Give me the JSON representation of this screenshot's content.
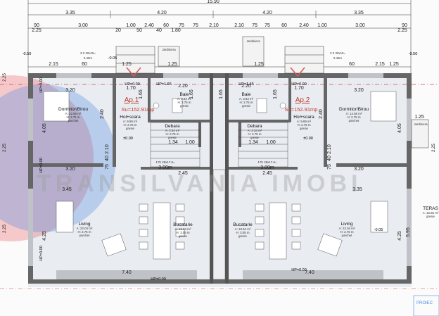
{
  "top_dims": {
    "row1": [
      "3.35",
      "4.20",
      "4.20",
      "3.35"
    ],
    "total": "15.90",
    "row2": [
      "3.00",
      "1.00",
      "2.40",
      "60",
      "75",
      "75",
      "2.10",
      "2.10",
      "75",
      "75",
      "60",
      "2.40",
      "1.00",
      "3.00"
    ],
    "row2_extra": [
      "90",
      "2.25",
      "20",
      "50",
      "40",
      "1.80",
      "90",
      "2.25"
    ],
    "row3": [
      "2.15",
      "60",
      "1.25",
      "1.25",
      "60",
      "2.15"
    ]
  },
  "stairs_outside": [
    "3 tr 30x15=",
    "0.45m",
    "3 tr 30x15=",
    "0.45m"
  ],
  "jardiniere": [
    "Jardiniera",
    "Jardiniera",
    "Jardiniera"
  ],
  "apartments": [
    {
      "name": "Ap.1",
      "su": "Su=152.91mp"
    },
    {
      "name": "Ap.2",
      "su": "Su=152.91mp"
    }
  ],
  "hp_labels": [
    "HP=0.00",
    "HP=1.65",
    "HP=1.65",
    "HP=0.00",
    "HP=0.00",
    "HP=0.00",
    "HP=0.00",
    "HP=0.00",
    "HP=0.00"
  ],
  "levels": [
    "-0.50",
    "-0.50",
    "±0.00",
    "±0.00",
    "-0.05",
    "-0.05"
  ],
  "rooms": [
    {
      "name": "Dormitor/Birou",
      "a": "A: 12.56 m²",
      "h": "H: 2.75 m",
      "f": "parchet"
    },
    {
      "name": "Baie",
      "a": "A: 3.83 m²",
      "h": "H: 2.75 m",
      "f": "gresie"
    },
    {
      "name": "Baie",
      "a": "A: 3.83 m²",
      "h": "H: 2.75 m",
      "f": "gresie"
    },
    {
      "name": "Dormitor/Birou",
      "a": "A: 12.56 m²",
      "h": "H: 2.75 m",
      "f": "parchet"
    },
    {
      "name": "Hol+scara",
      "a": "A: 9.69 m²",
      "h": "H: 2.75 m",
      "f": "gresie"
    },
    {
      "name": "Hol+scara",
      "a": "A: 9.69 m²",
      "h": "H: 2.75 m",
      "f": "gresie"
    },
    {
      "name": "Debara",
      "a": "A: 2.34 m²",
      "h": "H: 2.75 m",
      "f": "gresie"
    },
    {
      "name": "Debara",
      "a": "A: 2.34 m²",
      "h": "H: 2.75 m",
      "f": "gresie"
    },
    {
      "name": "Living",
      "a": "A: 22.04 m²",
      "h": "H: 2.75 m",
      "f": "parchet"
    },
    {
      "name": "Bucatarie",
      "a": "A: 10.64 m²",
      "h": "H: 3.05 m",
      "f": "gresie"
    },
    {
      "name": "Bucatarie",
      "a": "A: 10.64 m²",
      "h": "H: 3.05 m",
      "f": "gresie"
    },
    {
      "name": "Living",
      "a": "A: 22.04 m²",
      "h": "H: 2.75 m",
      "f": "parchet"
    }
  ],
  "stairs_inside": [
    "17tr 28x17.6=",
    "3.00m",
    "17tr 28x17.6=",
    "3.00m"
  ],
  "inner_dims": [
    "3.20",
    "2.20",
    "2.20",
    "3.20",
    "3.20",
    "3.20",
    "1.34",
    "1.00",
    "1.34",
    "1.00",
    "3.45",
    "2.45",
    "2.45",
    "3.35",
    "7.40",
    "7.40",
    "1.70",
    "1.70",
    "1.65",
    "1.65",
    "1.65",
    "1.65",
    "2.40",
    "2.40",
    "4.05",
    "4.05",
    "4.25",
    "4.25",
    "2.10",
    "2.10",
    "75",
    "75",
    "40",
    "40",
    "1.25",
    "1.25",
    "5.95",
    "1.25"
  ],
  "side_dims": [
    "2.25",
    "2.25",
    "2.25",
    "2.25"
  ],
  "terrace": [
    "TERAS",
    "A: 15.65 m²",
    "gresie"
  ],
  "watermark": "TRANSILVANIA IMOBI",
  "stamp": "PROIEC"
}
